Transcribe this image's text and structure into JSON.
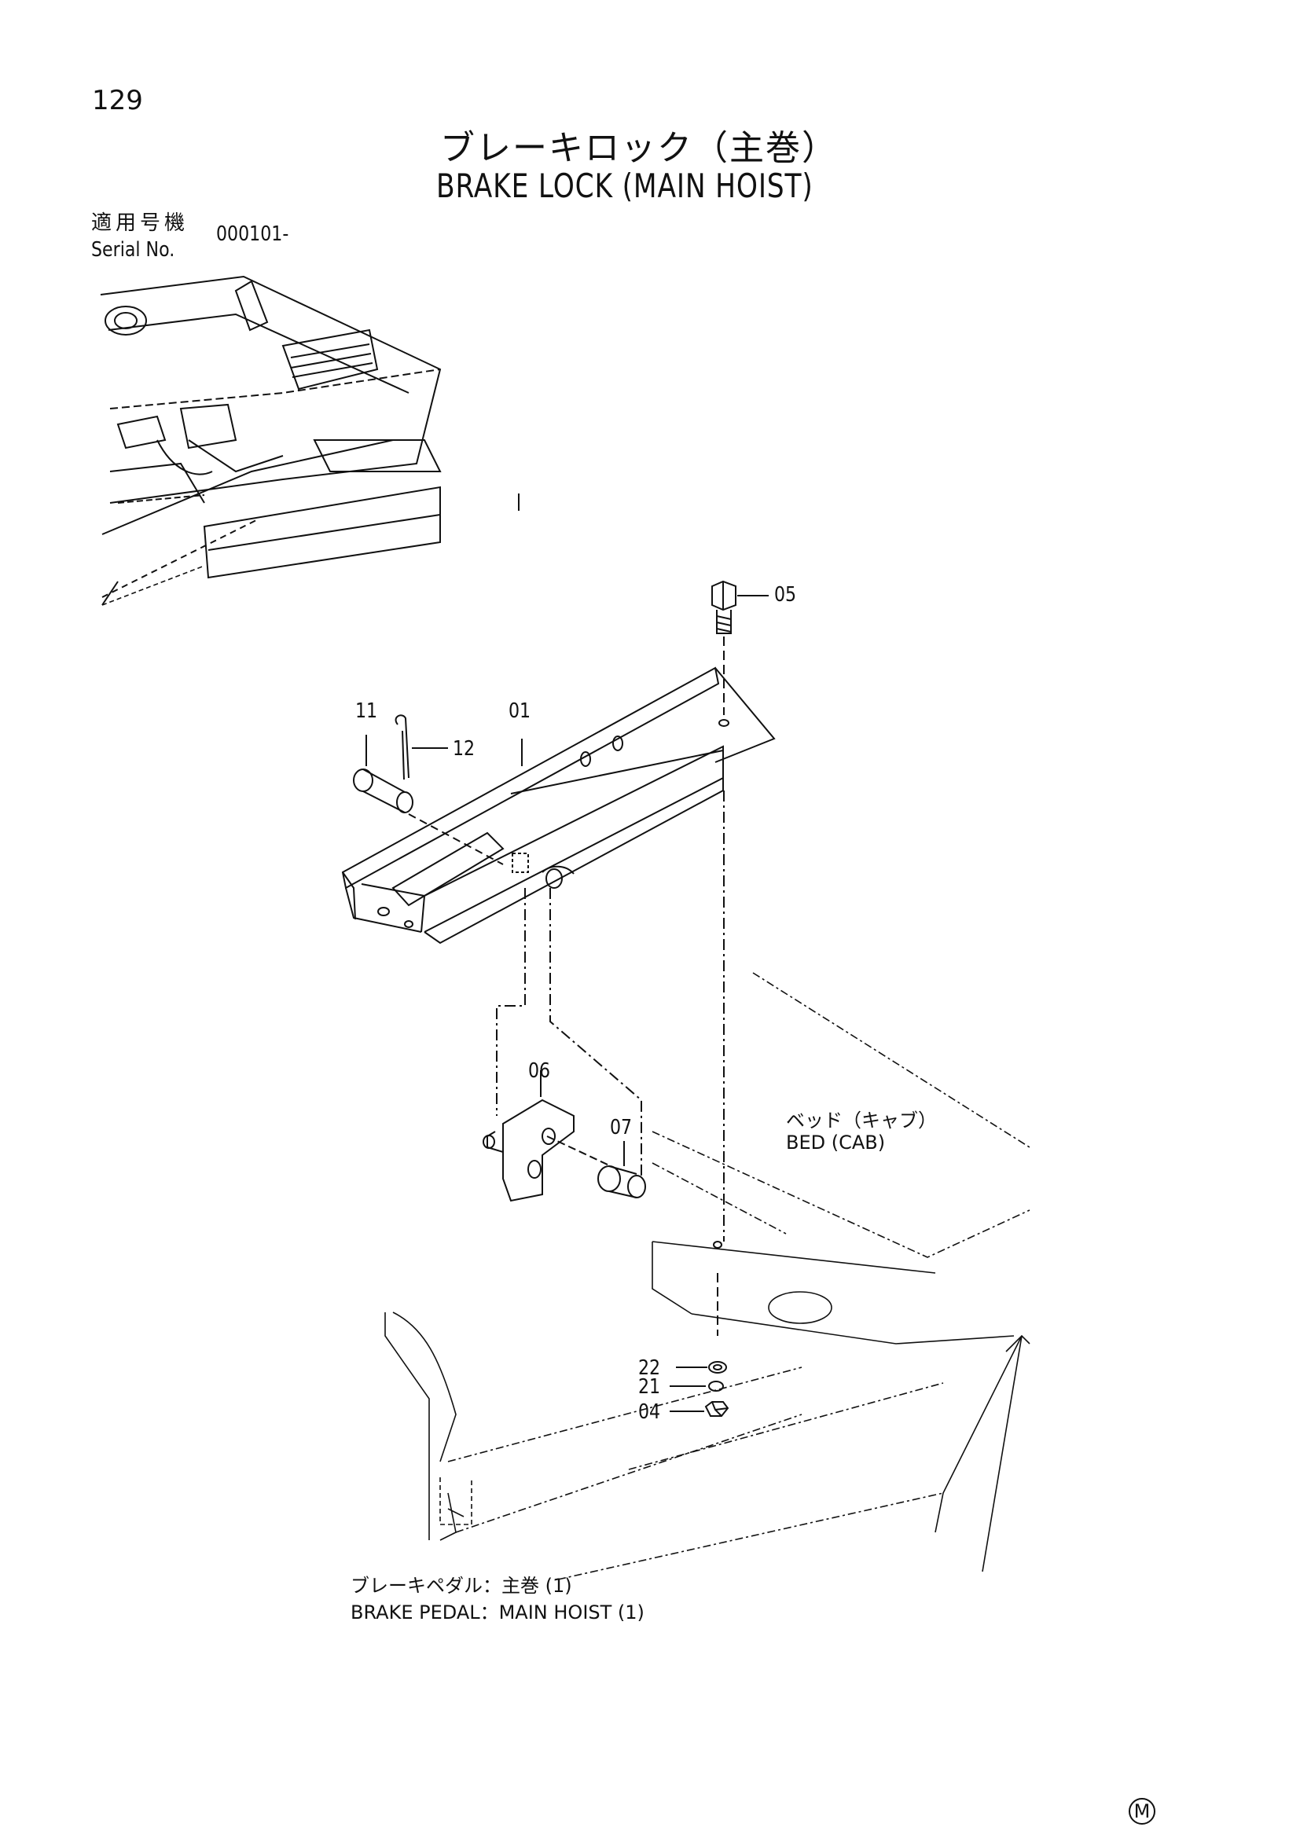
{
  "page": {
    "number": "129",
    "title_jp": "ブレーキロック（主巻）",
    "title_en": "BRAKE LOCK (MAIN HOIST)"
  },
  "serial": {
    "label_jp": "適用号機",
    "label_en": "Serial No.",
    "value": "000101-"
  },
  "callouts": {
    "c05": "05",
    "c11": "11",
    "c01": "01",
    "c12": "12",
    "c06": "06",
    "c07": "07",
    "c22": "22",
    "c21": "21",
    "c04": "04"
  },
  "labels": {
    "bed_jp": "ベッド（キャブ）",
    "bed_en": "BED (CAB)",
    "pedal_jp": "ブレーキペダル：主巻 (1)",
    "pedal_en": "BRAKE PEDAL：MAIN HOIST (1)"
  },
  "footer": {
    "mark": "M"
  }
}
